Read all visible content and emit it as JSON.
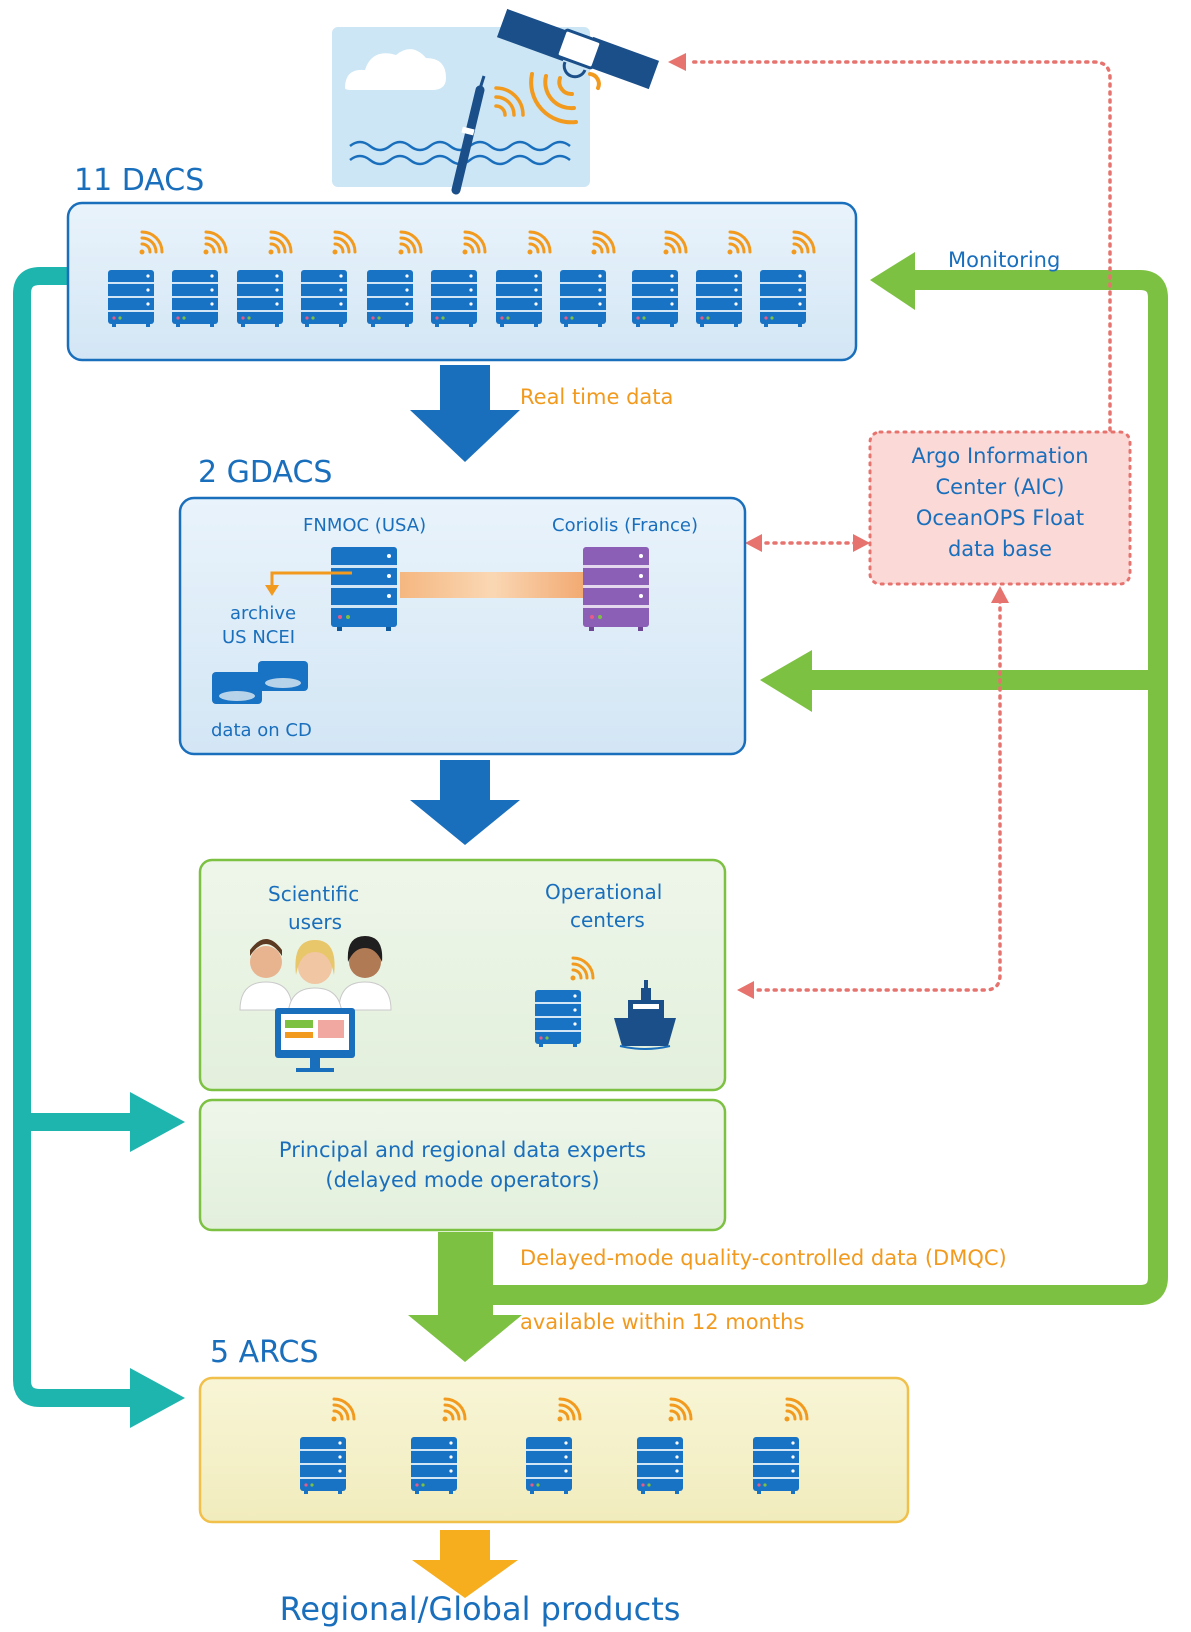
{
  "sections": {
    "dacs_title": "11 DACS",
    "gdacs_title": "2 GDACS",
    "arcs_title": "5 ARCS"
  },
  "flow": {
    "real_time": "Real time data",
    "dmqc": "Delayed-mode quality-controlled data (DMQC)",
    "available": "available within 12 months",
    "monitoring": "Monitoring"
  },
  "gdacs": {
    "fnmoc": "FNMOC (USA)",
    "coriolis": "Coriolis (France)",
    "archive_line1": "archive",
    "archive_line2": "US NCEI",
    "data_cd": "data on CD"
  },
  "users": {
    "scientific_line1": "Scientific",
    "scientific_line2": "users",
    "operational_line1": "Operational",
    "operational_line2": "centers"
  },
  "experts": {
    "line1": "Principal and regional data experts",
    "line2": "(delayed mode operators)"
  },
  "aic": {
    "line1": "Argo Information",
    "line2": "Center (AIC)",
    "line3": "OceanOPS Float",
    "line4": "data base"
  },
  "products": "Regional/Global products",
  "icons": [
    "satellite-icon",
    "argo-float-icon",
    "cloud-icon",
    "wave-icon",
    "server-icon",
    "wifi-signal-icon",
    "ship-icon",
    "scientist-icon",
    "monitor-icon",
    "cd-drive-icon"
  ],
  "colors": {
    "blue": "#1a6fbd",
    "orange": "#f29a1e",
    "green": "#7dc142",
    "teal": "#1db5ad",
    "pink_dotted": "#e7736e",
    "purple_server": "#8b5fb6"
  }
}
